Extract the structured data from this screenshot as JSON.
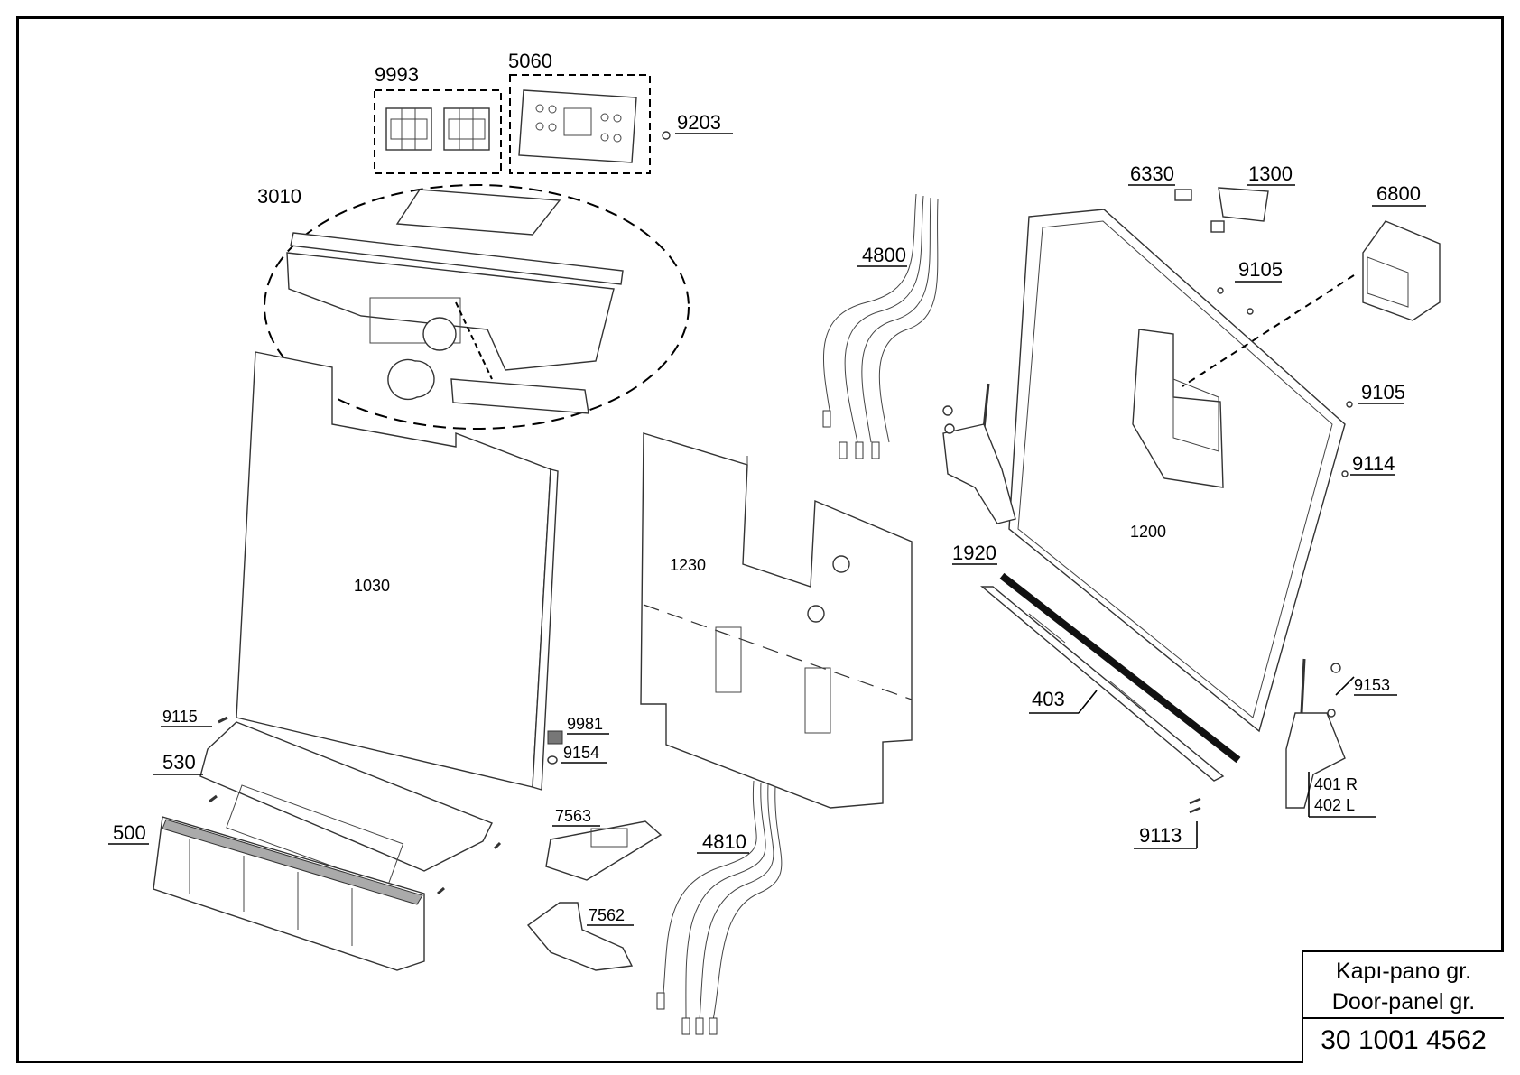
{
  "diagram": {
    "labels": {
      "p9993": "9993",
      "p5060": "5060",
      "p9203": "9203",
      "p3010": "3010",
      "p4800": "4800",
      "p6330": "6330",
      "p1300": "1300",
      "p6800": "6800",
      "p9105a": "9105",
      "p9105b": "9105",
      "p9114": "9114",
      "p1200": "1200",
      "p1920": "1920",
      "p1030": "1030",
      "p1230": "1230",
      "p403": "403",
      "p9153": "9153",
      "p401": "401 R",
      "p402": "402 L",
      "p9113": "9113",
      "p9115": "9115",
      "p530": "530",
      "p500": "500",
      "p9981": "9981",
      "p9154": "9154",
      "p7563": "7563",
      "p4810": "4810",
      "p7562": "7562"
    }
  },
  "title_block": {
    "name_tr": "Kapı-pano gr.",
    "name_en": "Door-panel gr.",
    "code": "30 1001 4562"
  }
}
